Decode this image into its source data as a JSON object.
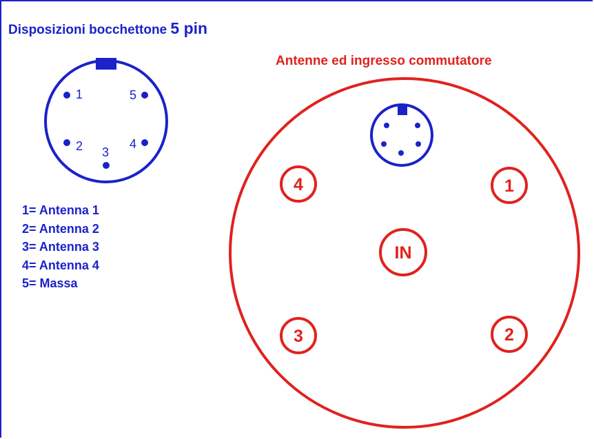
{
  "title": {
    "text": "Disposizioni bocchettone",
    "pin_text": "5 pin"
  },
  "connector": {
    "pins": [
      {
        "label": "1",
        "meaning": "Antenna 1"
      },
      {
        "label": "2",
        "meaning": "Antenna 2"
      },
      {
        "label": "3",
        "meaning": "Antenna 3"
      },
      {
        "label": "4",
        "meaning": "Antenna 4"
      },
      {
        "label": "5",
        "meaning": "Massa"
      }
    ]
  },
  "legend": [
    "1= Antenna 1",
    "2= Antenna 2",
    "3= Antenna 3",
    "4= Antenna 4",
    "5= Massa"
  ],
  "switch": {
    "title": "Antenne ed ingresso commutatore",
    "ports": [
      "4",
      "1",
      "IN",
      "3",
      "2"
    ]
  },
  "colors": {
    "blue": "#1b22c9",
    "red": "#e0221f",
    "background": "#ffffff"
  }
}
